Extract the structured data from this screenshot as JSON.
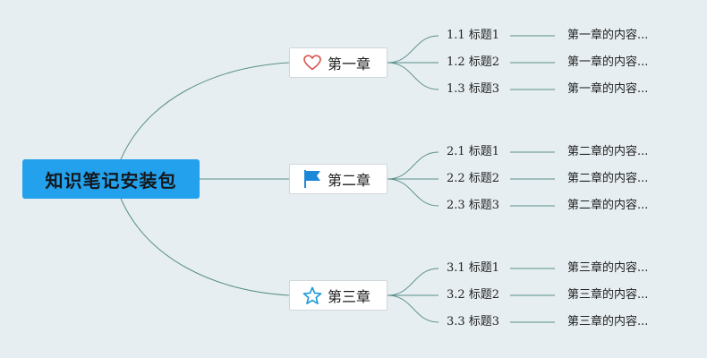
{
  "root": {
    "label": "知识笔记安装包"
  },
  "chapters": [
    {
      "label": "第一章",
      "icon": "heart-icon",
      "icon_color": "#d9534f",
      "topics": [
        {
          "label": "1.1 标题1",
          "content": "第一章的内容..."
        },
        {
          "label": "1.2 标题2",
          "content": "第一章的内容..."
        },
        {
          "label": "1.3 标题3",
          "content": "第一章的内容..."
        }
      ]
    },
    {
      "label": "第二章",
      "icon": "flag-icon",
      "icon_color": "#1e88d8",
      "topics": [
        {
          "label": "2.1 标题1",
          "content": "第二章的内容..."
        },
        {
          "label": "2.2 标题2",
          "content": "第二章的内容..."
        },
        {
          "label": "2.3 标题3",
          "content": "第二章的内容..."
        }
      ]
    },
    {
      "label": "第三章",
      "icon": "star-icon",
      "icon_color": "#1e9ad8",
      "topics": [
        {
          "label": "3.1 标题1",
          "content": "第三章的内容..."
        },
        {
          "label": "3.2 标题2",
          "content": "第三章的内容..."
        },
        {
          "label": "3.3 标题3",
          "content": "第三章的内容..."
        }
      ]
    }
  ],
  "colors": {
    "background": "#e6eef1",
    "root": "#23a1ec",
    "connector": "#5b8f8a"
  }
}
